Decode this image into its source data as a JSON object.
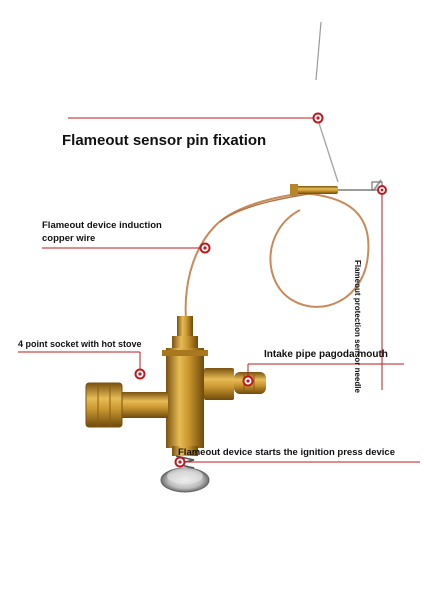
{
  "labels": {
    "title": "Flameout sensor pin fixation",
    "copper_wire": "Flameout device induction copper wire",
    "socket": "4 point socket with hot stove",
    "intake": "Intake pipe pagoda mouth",
    "ignition": "Flameout device starts the ignition press device",
    "needle": "Flameout protection sensor needle"
  },
  "colors": {
    "accent": "#c0181e",
    "brass": "#c9962f",
    "brass_dark": "#8a5d12",
    "copper": "#c98a5a"
  }
}
